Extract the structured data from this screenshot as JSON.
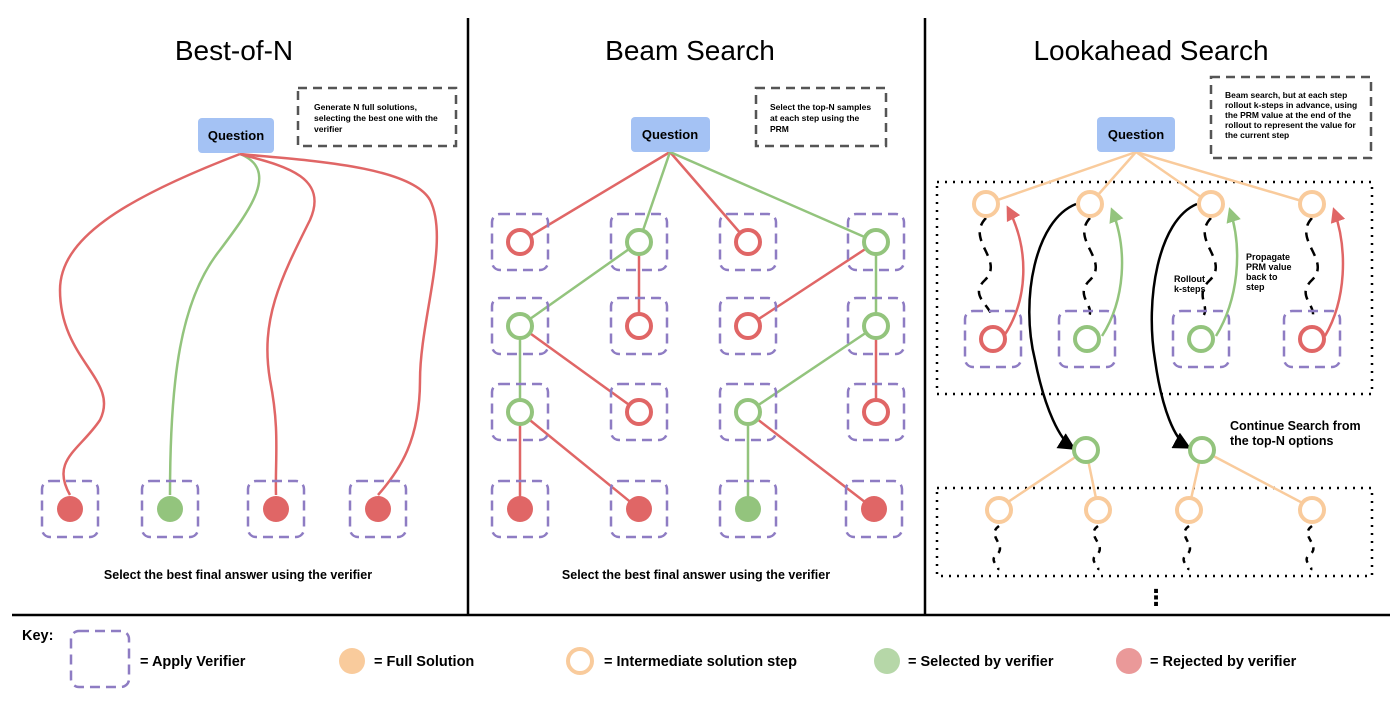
{
  "panels": {
    "best_of_n": {
      "title": "Best-of-N",
      "note": [
        "Generate N full solutions,",
        "selecting the best one with the",
        "verifier"
      ],
      "question": "Question",
      "caption": "Select the best final answer using the verifier"
    },
    "beam_search": {
      "title": "Beam Search",
      "note": [
        "Select the top-N samples",
        "at each step using the",
        "PRM"
      ],
      "question": "Question",
      "caption": "Select the best final answer using the verifier"
    },
    "lookahead_search": {
      "title": "Lookahead Search",
      "note": [
        "Beam search, but at each step",
        "rollout k-steps in advance, using",
        "the PRM value at the end of the",
        "rollout to represent the value for",
        "the current step"
      ],
      "question": "Question",
      "rollout_label": [
        "Rollout",
        "k-steps"
      ],
      "propagate_label": [
        "Propagate",
        "PRM value",
        "back to",
        "step"
      ],
      "continue_label": [
        "Continue Search from",
        "the top-N options"
      ],
      "ellipsis": "⋮"
    }
  },
  "key": {
    "title": "Key:",
    "items": [
      {
        "label": "=   Apply Verifier",
        "symbol": "dashed-box"
      },
      {
        "label": "=   Full Solution",
        "symbol": "filled-orange"
      },
      {
        "label": "=   Intermediate solution step",
        "symbol": "ring-orange"
      },
      {
        "label": "=   Selected by verifier",
        "symbol": "filled-green"
      },
      {
        "label": "=   Rejected by verifier",
        "symbol": "filled-red"
      }
    ]
  },
  "colors": {
    "red": "#e06666",
    "green": "#93c47d",
    "orange": "#f6b26b",
    "orange_light": "#f9cb9c",
    "question_fill": "#a4c2f4",
    "verifier_box": "#8e7cc3",
    "key_green": "#b6d7a8",
    "key_red": "#ea9999"
  }
}
